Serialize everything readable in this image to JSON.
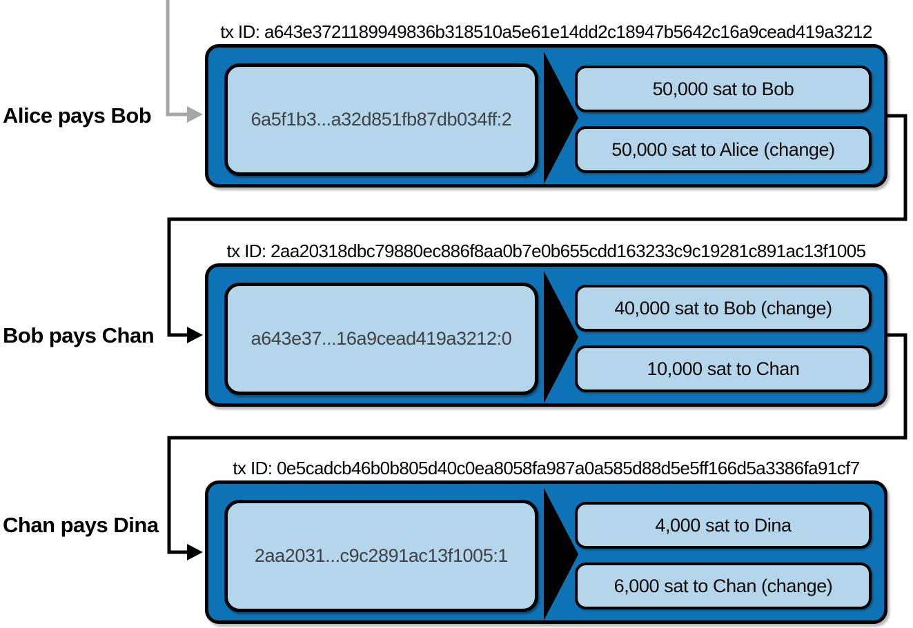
{
  "colors": {
    "card_fill": "#0e72b7",
    "slot_fill": "#b5d6ea",
    "outline": "#000000",
    "funding_arrow": "#a7a7a7",
    "input_text": "#3d4247"
  },
  "row_labels": [
    {
      "text": "Alice pays Bob"
    },
    {
      "text": "Bob pays Chan"
    },
    {
      "text": "Chan pays Dina"
    }
  ],
  "transactions": [
    {
      "tx_id_label": "tx ID: a643e3721189949836b318510a5e61e14dd2c18947b5642c16a9cead419a3212",
      "input": "6a5f1b3...a32d851fb87db034ff:2",
      "outputs": [
        "50,000 sat to Bob",
        "50,000 sat to Alice (change)"
      ]
    },
    {
      "tx_id_label": "tx ID: 2aa20318dbc79880ec886f8aa0b7e0b655cdd163233c9c19281c891ac13f1005",
      "input": "a643e37...16a9cead419a3212:0",
      "outputs": [
        "40,000 sat to Bob (change)",
        "10,000 sat to Chan"
      ]
    },
    {
      "tx_id_label": "tx ID: 0e5cadcb46b0b805d40c0ea8058fa987a0a585d88d5e5ff166d5a3386fa91cf7",
      "input": "2aa2031...c9c2891ac13f1005:1",
      "outputs": [
        "4,000 sat to Dina",
        "6,000 sat to Chan (change)"
      ]
    }
  ]
}
